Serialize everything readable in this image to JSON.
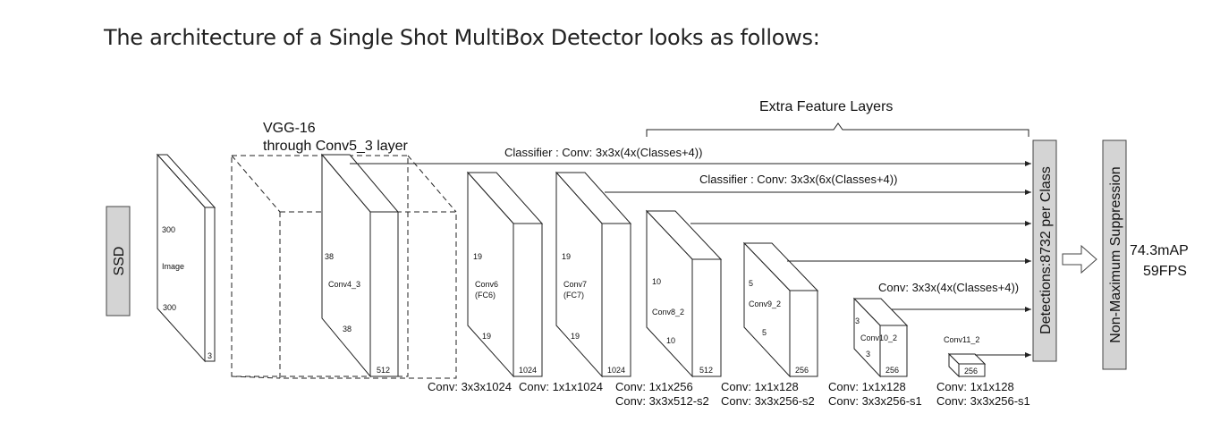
{
  "title": "The architecture of a Single Shot MultiBox Detector looks as follows:",
  "diagram": {
    "ssd_label": "SSD",
    "vgg_label_line1": "VGG-16",
    "vgg_label_line2": "through Conv5_3 layer",
    "extra_layers_label": "Extra Feature Layers",
    "classifier1": "Classifier : Conv: 3x3x(4x(Classes+4))",
    "classifier2": "Classifier : Conv: 3x3x(6x(Classes+4))",
    "classifier3": "Conv: 3x3x(4x(Classes+4))",
    "detections": "Detections:8732 per Class",
    "nms": "Non-Maximum Suppression",
    "result_map": "74.3mAP",
    "result_fps": "59FPS",
    "image_block": {
      "top": "300",
      "name": "Image",
      "bottom": "300",
      "depth": "3"
    },
    "conv4_3": {
      "size": "38",
      "name": "Conv4_3",
      "size2": "38",
      "depth": "512"
    },
    "conv6": {
      "size": "19",
      "name1": "Conv6",
      "name2": "(FC6)",
      "size2": "19",
      "depth": "1024",
      "op": "Conv: 3x3x1024"
    },
    "conv7": {
      "size": "19",
      "name1": "Conv7",
      "name2": "(FC7)",
      "size2": "19",
      "depth": "1024",
      "op": "Conv: 1x1x1024"
    },
    "conv8_2": {
      "size": "10",
      "name": "Conv8_2",
      "size2": "10",
      "depth": "512",
      "op1": "Conv: 1x1x256",
      "op2": "Conv:  3x3x512-s2"
    },
    "conv9_2": {
      "size": "5",
      "name": "Conv9_2",
      "size2": "5",
      "depth": "256",
      "op1": "Conv: 1x1x128",
      "op2": "Conv: 3x3x256-s2"
    },
    "conv10_2": {
      "size": "3",
      "name": "Conv10_2",
      "size2": "3",
      "depth": "256",
      "op1": "Conv: 1x1x128",
      "op2": "Conv: 3x3x256-s1"
    },
    "conv11_2": {
      "name": "Conv11_2",
      "depth": "256",
      "op1": "Conv: 1x1x128",
      "op2": "Conv: 3x3x256-s1"
    }
  }
}
